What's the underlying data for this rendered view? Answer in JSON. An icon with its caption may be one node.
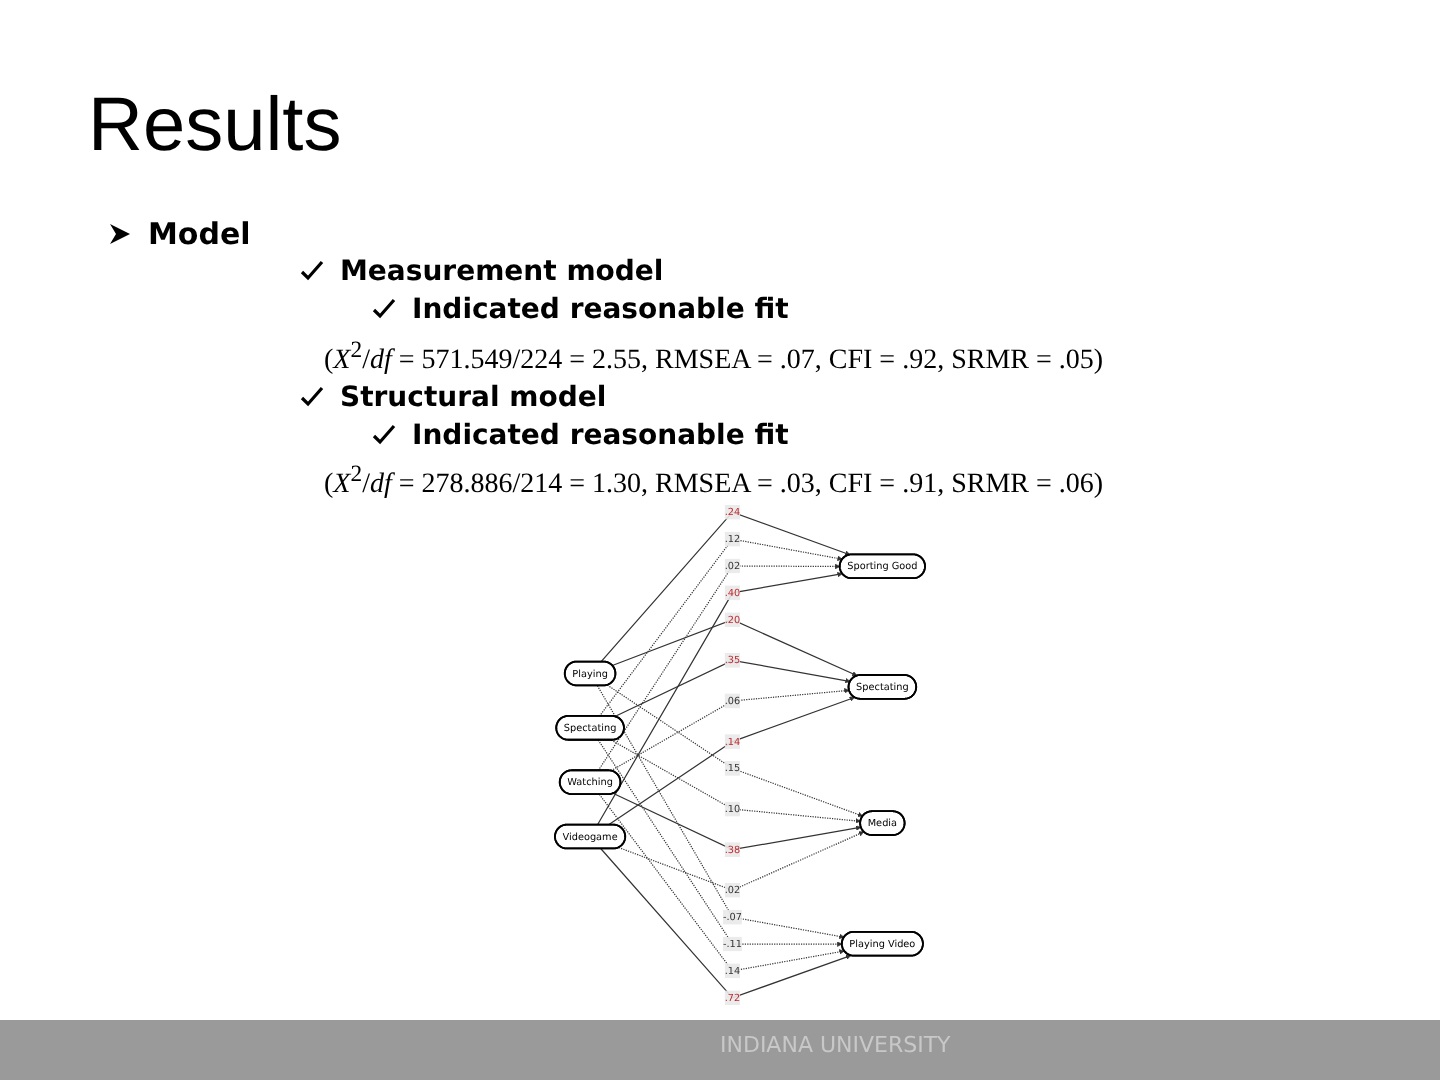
{
  "diagram": {
    "title": "Results",
    "nodes": [
      {
        "text": [
          "Playing"
        ]
      },
      {
        "text": [
          "Spectating"
        ]
      },
      {
        "text": [
          "Watching"
        ]
      },
      {
        "text": [
          "Videogame"
        ]
      },
      {
        "text": [
          "Sporting Good"
        ]
      },
      {
        "text": [
          "Spectating"
        ]
      },
      {
        "text": [
          "Media"
        ]
      },
      {
        "text": [
          "Playing Video"
        ]
      }
    ],
    "edges": [
      {
        "from": 0,
        "to": 4,
        "arrow": "to",
        "label": ".24"
      },
      {
        "from": 0,
        "to": 5,
        "arrow": "to",
        "label": ".20"
      },
      {
        "from": 0,
        "to": 6,
        "arrow": "to",
        "label": ".15",
        "style": "dashed"
      },
      {
        "from": 0,
        "to": 7,
        "arrow": "to",
        "label": "-.07",
        "style": "dashed"
      },
      {
        "from": 1,
        "to": 4,
        "arrow": "to",
        "label": ".12",
        "style": "dashed"
      },
      {
        "from": 1,
        "to": 5,
        "arrow": "to",
        "label": ".35"
      },
      {
        "from": 1,
        "to": 6,
        "arrow": "to",
        "label": ".10",
        "style": "dashed"
      },
      {
        "from": 1,
        "to": 7,
        "arrow": "to",
        "label": "-.11",
        "style": "dashed"
      },
      {
        "from": 2,
        "to": 4,
        "arrow": "to",
        "label": ".02",
        "style": "dashed"
      },
      {
        "from": 2,
        "to": 5,
        "arrow": "to",
        "label": ".06",
        "style": "dashed"
      },
      {
        "from": 2,
        "to": 6,
        "arrow": "to",
        "label": ".38"
      },
      {
        "from": 2,
        "to": 7,
        "arrow": "to",
        "label": ".14",
        "style": "dashed"
      },
      {
        "from": 3,
        "to": 4,
        "arrow": "to",
        "label": ".40"
      },
      {
        "from": 3,
        "to": 5,
        "arrow": "to",
        "label": ".14"
      },
      {
        "from": 3,
        "to": 6,
        "arrow": "to",
        "label": ".02",
        "style": "dashed"
      },
      {
        "from": 3,
        "to": 7,
        "arrow": "to",
        "label": ".72"
      }
    ],
    "labels": [
      "Model",
      "Measurement model",
      "Indicated reasonable fit",
      "(*X*$^{2}$/*df* = 571.549/224 = 2.55, RMSEA = .07, CFI = .92, SRMR = .05)",
      "Structural model",
      "Indicated reasonable fit",
      "(*X*$^{2}$/*df* = 278.886/214 = 1.30, RMSEA = .03, CFI = .91, SRMR = .06)",
      "INDIANA UNIVERSITY"
    ]
  }
}
